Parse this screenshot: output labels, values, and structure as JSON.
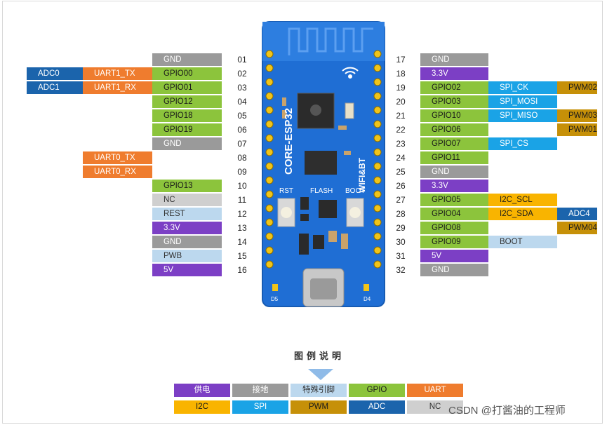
{
  "board": {
    "name": "CORE-ESP32",
    "wireless": "WIFI&BT",
    "buttons": [
      "RST",
      "FLASH",
      "BOOT"
    ],
    "leds": [
      "D5",
      "D4"
    ]
  },
  "left_pins": [
    {
      "num": "01",
      "name": "GND",
      "type": "gnd"
    },
    {
      "num": "02",
      "name": "GPIO00",
      "type": "gpio",
      "uart": "UART1_TX",
      "adc": "ADC0"
    },
    {
      "num": "03",
      "name": "GPIO01",
      "type": "gpio",
      "uart": "UART1_RX",
      "adc": "ADC1"
    },
    {
      "num": "04",
      "name": "GPIO12",
      "type": "gpio"
    },
    {
      "num": "05",
      "name": "GPIO18",
      "type": "gpio"
    },
    {
      "num": "06",
      "name": "GPIO19",
      "type": "gpio"
    },
    {
      "num": "07",
      "name": "GND",
      "type": "gnd"
    },
    {
      "num": "08",
      "name": "",
      "type": "none",
      "uart": "UART0_TX"
    },
    {
      "num": "09",
      "name": "",
      "type": "none",
      "uart": "UART0_RX"
    },
    {
      "num": "10",
      "name": "GPIO13",
      "type": "gpio"
    },
    {
      "num": "11",
      "name": "NC",
      "type": "nc"
    },
    {
      "num": "12",
      "name": "REST",
      "type": "spec"
    },
    {
      "num": "13",
      "name": "3.3V",
      "type": "pwr"
    },
    {
      "num": "14",
      "name": "GND",
      "type": "gnd"
    },
    {
      "num": "15",
      "name": "PWB",
      "type": "spec"
    },
    {
      "num": "16",
      "name": "5V",
      "type": "pwr"
    }
  ],
  "right_pins": [
    {
      "num": "17",
      "name": "GND",
      "type": "gnd"
    },
    {
      "num": "18",
      "name": "3.3V",
      "type": "pwr"
    },
    {
      "num": "19",
      "name": "GPIO02",
      "type": "gpio",
      "f1": "SPI_CK",
      "f1type": "spi",
      "f2": "PWM02",
      "f2type": "pwm"
    },
    {
      "num": "20",
      "name": "GPIO03",
      "type": "gpio",
      "f1": "SPI_MOSI",
      "f1type": "spi"
    },
    {
      "num": "21",
      "name": "GPIO10",
      "type": "gpio",
      "f1": "SPI_MISO",
      "f1type": "spi",
      "f2": "PWM03",
      "f2type": "pwm"
    },
    {
      "num": "22",
      "name": "GPIO06",
      "type": "gpio",
      "f2": "PWM01",
      "f2type": "pwm"
    },
    {
      "num": "23",
      "name": "GPIO07",
      "type": "gpio",
      "f1": "SPI_CS",
      "f1type": "spi"
    },
    {
      "num": "24",
      "name": "GPIO11",
      "type": "gpio"
    },
    {
      "num": "25",
      "name": "GND",
      "type": "gnd"
    },
    {
      "num": "26",
      "name": "3.3V",
      "type": "pwr"
    },
    {
      "num": "27",
      "name": "GPIO05",
      "type": "gpio",
      "f1": "I2C_SCL",
      "f1type": "i2c"
    },
    {
      "num": "28",
      "name": "GPIO04",
      "type": "gpio",
      "f1": "I2C_SDA",
      "f1type": "i2c",
      "f2": "ADC4",
      "f2type": "adc"
    },
    {
      "num": "29",
      "name": "GPIO08",
      "type": "gpio",
      "f2": "PWM04",
      "f2type": "pwm"
    },
    {
      "num": "30",
      "name": "GPIO09",
      "type": "gpio",
      "f1": "BOOT",
      "f1type": "spec"
    },
    {
      "num": "31",
      "name": "5V",
      "type": "pwr"
    },
    {
      "num": "32",
      "name": "GND",
      "type": "gnd"
    }
  ],
  "legend": {
    "title": "图例说明",
    "items": [
      {
        "label": "供电",
        "type": "pwr"
      },
      {
        "label": "接地",
        "type": "gnd"
      },
      {
        "label": "特殊引脚",
        "type": "spec"
      },
      {
        "label": "GPIO",
        "type": "gpio"
      },
      {
        "label": "UART",
        "type": "uart"
      },
      {
        "label": "I2C",
        "type": "i2c"
      },
      {
        "label": "SPI",
        "type": "spi"
      },
      {
        "label": "PWM",
        "type": "pwm"
      },
      {
        "label": "ADC",
        "type": "adc"
      },
      {
        "label": "NC",
        "type": "nc"
      }
    ]
  },
  "colors": {
    "gnd": "#9a9a9a",
    "gpio": "#8cc43c",
    "pwr": "#7c3fc5",
    "uart": "#ef7c2e",
    "adc": "#1b64ac",
    "spi": "#1aa3e6",
    "i2c": "#f9b400",
    "pwm": "#c69008",
    "spec": "#bcd8ee",
    "nc": "#cfcfcf",
    "pcb": "#1f6ed4"
  },
  "watermark": "CSDN @打酱油的工程师"
}
